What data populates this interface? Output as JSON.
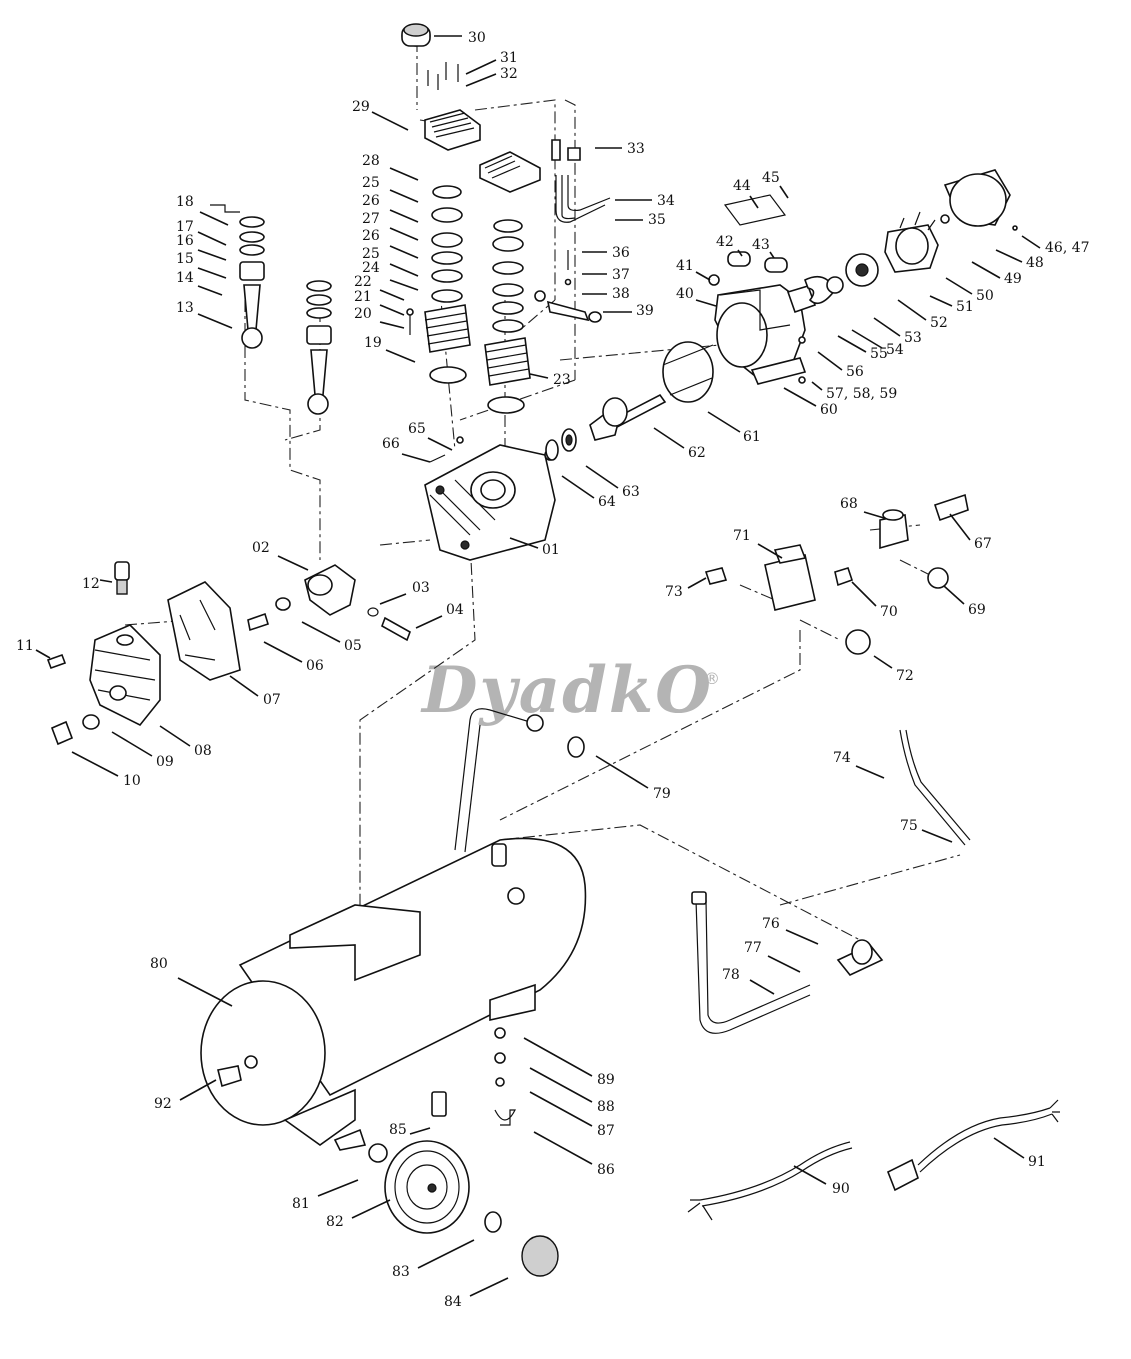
{
  "watermark": {
    "text": "DyadkO",
    "mark": "®"
  },
  "labels": [
    "30",
    "31",
    "32",
    "29",
    "33",
    "28",
    "25",
    "26",
    "27",
    "26",
    "25",
    "24",
    "22",
    "21",
    "20",
    "19",
    "23",
    "34",
    "35",
    "36",
    "37",
    "38",
    "39",
    "18",
    "17",
    "16",
    "15",
    "14",
    "13",
    "44",
    "45",
    "42",
    "43",
    "41",
    "40",
    "46, 47",
    "48",
    "49",
    "50",
    "51",
    "52",
    "53",
    "54",
    "55",
    "56",
    "57, 58, 59",
    "60",
    "61",
    "62",
    "63",
    "64",
    "65",
    "66",
    "01",
    "02",
    "03",
    "04",
    "05",
    "06",
    "07",
    "08",
    "09",
    "10",
    "11",
    "12",
    "67",
    "68",
    "69",
    "70",
    "71",
    "72",
    "73",
    "74",
    "75",
    "76",
    "77",
    "78",
    "79",
    "80",
    "81",
    "82",
    "83",
    "84",
    "85",
    "86",
    "87",
    "88",
    "89",
    "90",
    "91",
    "92"
  ],
  "icons": [
    "air-compressor-exploded-view"
  ]
}
